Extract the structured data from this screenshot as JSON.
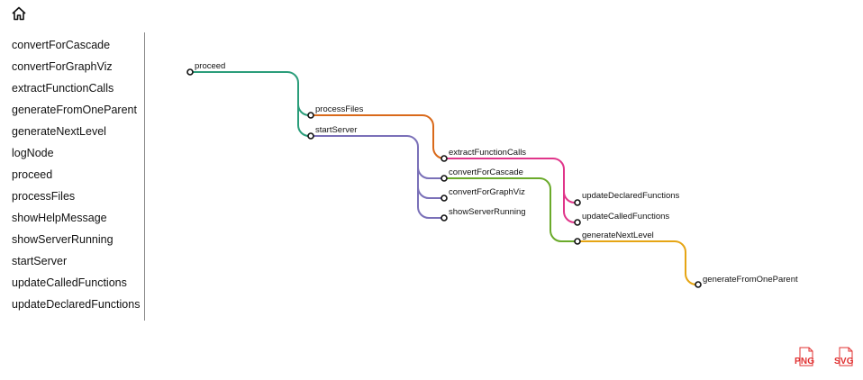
{
  "sidebar": {
    "items": [
      {
        "label": "convertForCascade"
      },
      {
        "label": "convertForGraphViz"
      },
      {
        "label": "extractFunctionCalls"
      },
      {
        "label": "generateFromOneParent"
      },
      {
        "label": "generateNextLevel"
      },
      {
        "label": "logNode"
      },
      {
        "label": "proceed"
      },
      {
        "label": "processFiles"
      },
      {
        "label": "showHelpMessage"
      },
      {
        "label": "showServerRunning"
      },
      {
        "label": "startServer"
      },
      {
        "label": "updateCalledFunctions"
      },
      {
        "label": "updateDeclaredFunctions"
      }
    ]
  },
  "graph": {
    "nodes": {
      "proceed": "proceed",
      "processFiles": "processFiles",
      "startServer": "startServer",
      "extractFunctionCalls": "extractFunctionCalls",
      "convertForCascade": "convertForCascade",
      "convertForGraphViz": "convertForGraphViz",
      "showServerRunning": "showServerRunning",
      "updateDeclaredFunctions": "updateDeclaredFunctions",
      "updateCalledFunctions": "updateCalledFunctions",
      "generateNextLevel": "generateNextLevel",
      "generateFromOneParent": "generateFromOneParent"
    },
    "colors": {
      "proceed": "#2a9d7a",
      "processFiles": "#d9691a",
      "startServer": "#7a70b8",
      "extractFunctionCalls": "#e0358a",
      "convertForCascade": "#6aaa2a",
      "generateNextLevel": "#e6a514"
    }
  },
  "downloads": {
    "png": "PNG",
    "svg": "SVG"
  }
}
